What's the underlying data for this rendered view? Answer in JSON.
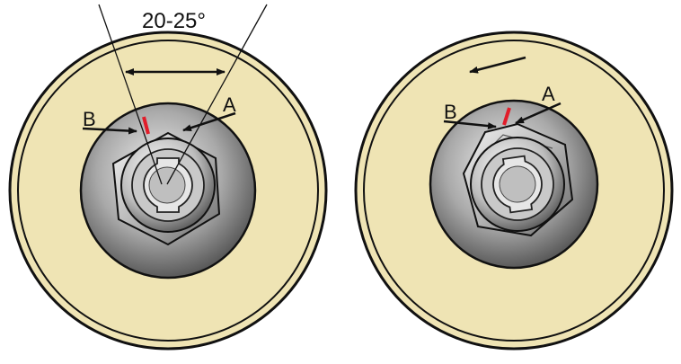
{
  "diagram": {
    "angle_label": "20-25°",
    "left_view": {
      "label_a": "A",
      "label_b": "B"
    },
    "right_view": {
      "label_a": "A",
      "label_b": "B"
    },
    "colors": {
      "disc": "#efe4b4",
      "outline": "#111111",
      "hub_dark": "#4a4a4a",
      "hub_light": "#d8d8d8",
      "marker": "#e11d2a"
    }
  }
}
